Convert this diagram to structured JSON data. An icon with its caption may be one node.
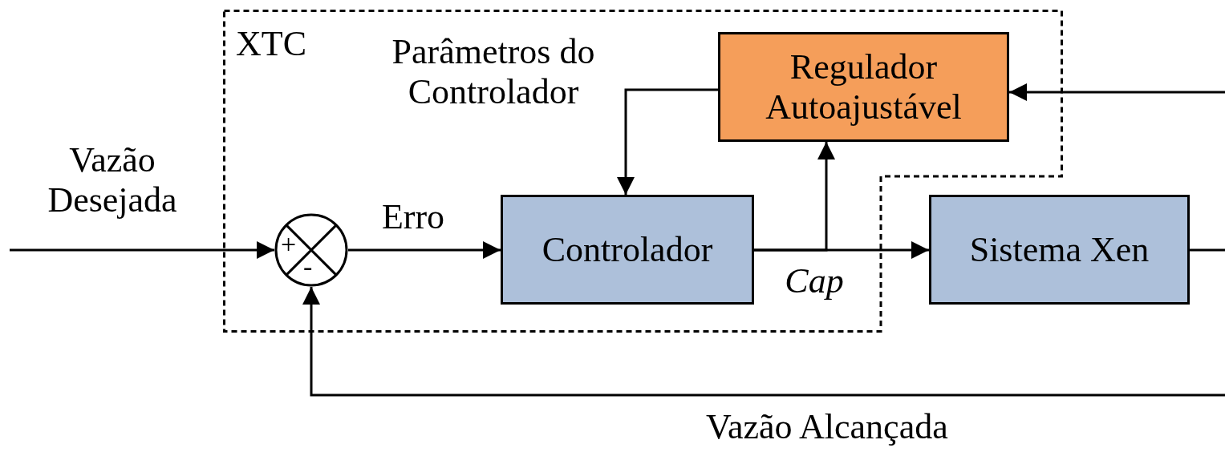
{
  "diagram": {
    "nodes": [
      {
        "text": [
          "XTC"
        ]
      },
      {
        "text": [
          "Regulador Autoajustável"
        ],
        "in": 0
      },
      {
        "text": [
          "+",
          "-"
        ],
        "in": 0
      },
      {
        "text": [
          "Controlador"
        ],
        "in": 0
      },
      {
        "text": [
          "Sistema Xen"
        ]
      }
    ],
    "edges": [
      {
        "from": null,
        "to": 2,
        "arrow": "to",
        "label": "Vazão Desejada"
      },
      {
        "from": 2,
        "to": 3,
        "arrow": "to",
        "label": "Erro"
      },
      {
        "from": 1,
        "to": 3,
        "arrow": "to",
        "label": "Parâmetros do Controlador"
      },
      {
        "from": 3,
        "to": 4,
        "arrow": "to",
        "label": "Cap"
      },
      {
        "from": 3,
        "to": 1,
        "arrow": "to"
      },
      {
        "from": 4,
        "to": null,
        "arrow": "none"
      },
      {
        "from": null,
        "to": 1,
        "arrow": "to"
      },
      {
        "from": null,
        "to": 2,
        "arrow": "to",
        "label": "Vazão Alcançada"
      }
    ]
  }
}
